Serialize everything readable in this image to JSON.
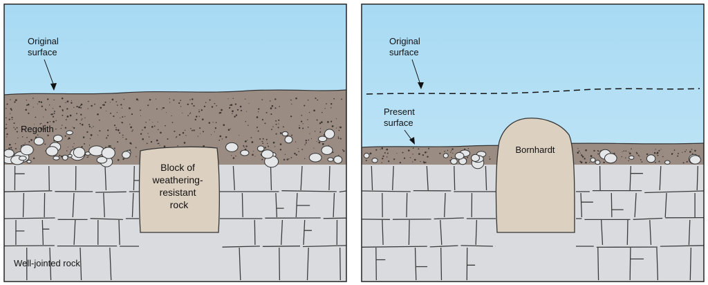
{
  "left_panel": {
    "original_surface": [
      "Original",
      "surface"
    ],
    "regolith": "Regolith",
    "block": [
      "Block of",
      "weathering-",
      "resistant",
      "rock"
    ],
    "well_jointed": "Well-jointed rock"
  },
  "right_panel": {
    "original_surface": [
      "Original",
      "surface"
    ],
    "present_surface": [
      "Present",
      "surface"
    ],
    "bornhardt": "Bornhardt"
  },
  "colors": {
    "sky_top": "#c9e7f4",
    "sky_bottom": "#9fd6f2",
    "regolith": "#9a8c83",
    "rock": "#d9dbde",
    "rock_line": "#3a3a3a",
    "resistant_rock": "#dcd0c0",
    "boulder": "#e4e6e8"
  }
}
